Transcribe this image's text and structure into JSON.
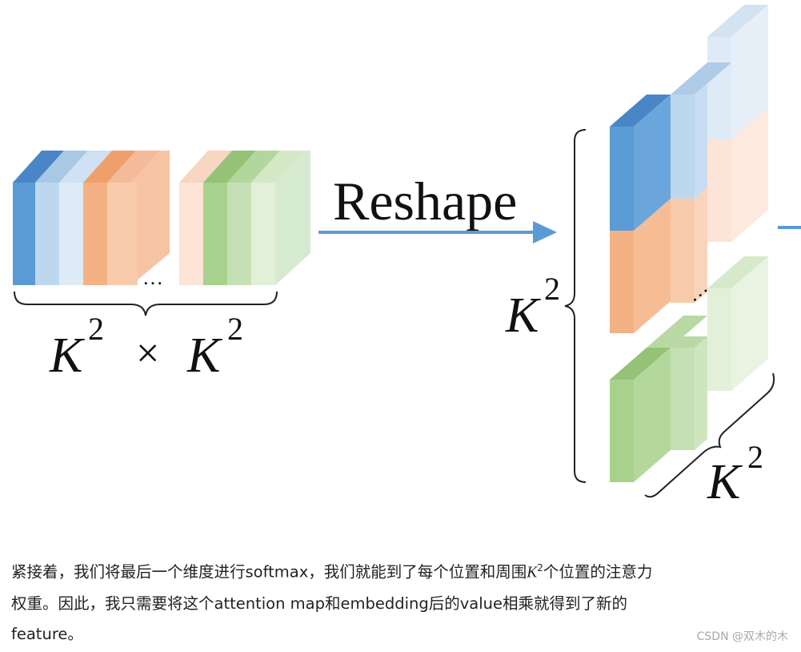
{
  "diagram": {
    "arrow_label": "Reshape",
    "left_label": {
      "base1": "K",
      "exp1": "2",
      "times": "×",
      "base2": "K",
      "exp2": "2"
    },
    "right_vertical_label": {
      "base": "K",
      "exp": "2"
    },
    "right_diagonal_label": {
      "base": "K",
      "exp": "2"
    },
    "ellipsis": "…",
    "colors": {
      "blue_dark": "#5b9bd5",
      "blue_mid": "#bdd7ee",
      "blue_light": "#deebf7",
      "orange_dark": "#f4b183",
      "orange_mid": "#f8cbad",
      "orange_light": "#fce4d6",
      "green_dark": "#a9d18e",
      "green_mid": "#c5e0b4",
      "green_light": "#e2f0d9",
      "arrow": "#5b9bd5"
    }
  },
  "caption": {
    "line1_a": "紧接着，我们将最后一个维度进行softmax，我们就能到了每个位置和周围",
    "line1_k": "K",
    "line1_exp": "2",
    "line1_b": "个位置的注意力",
    "line2": "权重。因此，我只需要将这个attention map和embedding后的value相乘就得到了新的",
    "line3": "feature。"
  },
  "watermark": "CSDN @双木的木"
}
